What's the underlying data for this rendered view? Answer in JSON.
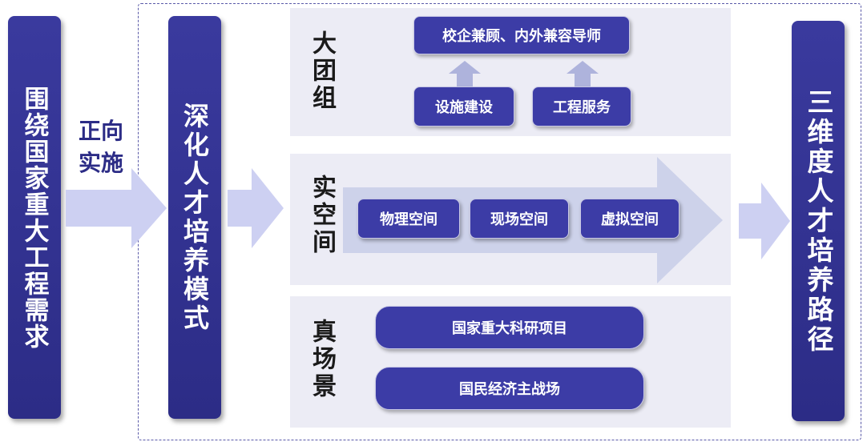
{
  "left_pillar": "围绕国家重大工程需求",
  "connector_label": [
    "正向",
    "实施"
  ],
  "middle_pillar": "深化人才培养模式",
  "right_pillar": "三维度人才培养路径",
  "sections": {
    "team": {
      "label": "大团组",
      "top_box": "校企兼顾、内外兼容导师",
      "bottom_boxes": [
        "设施建设",
        "工程服务"
      ]
    },
    "space": {
      "label": "实空间",
      "boxes": [
        "物理空间",
        "现场空间",
        "虚拟空间"
      ]
    },
    "scene": {
      "label": "真场景",
      "boxes": [
        "国家重大科研项目",
        "国民经济主战场"
      ]
    }
  },
  "colors": {
    "pillar": "#2c2c86",
    "box": "#3c3ca6",
    "arrow": "#cdd0f2",
    "panel": "#ececf5"
  }
}
